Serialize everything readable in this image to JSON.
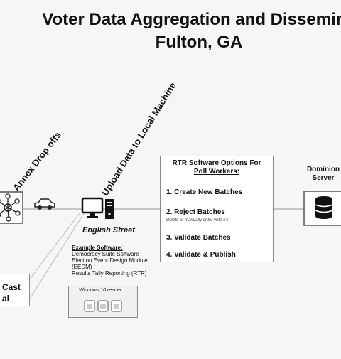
{
  "title": "Voter Data Aggregation and Dissemina",
  "subtitle": "Fulton, GA",
  "labels": {
    "annex": "Annex Drop offs",
    "upload": "Upload Data to Local Machine",
    "street": "English Street"
  },
  "example": {
    "heading": "Example Software:",
    "lines": [
      "Democracy Suite Software",
      "Election Event Design Module",
      "(EEDM)",
      "Results Tally Reporting (RTR)"
    ]
  },
  "reader": {
    "label": "Windows 10 reader"
  },
  "rtr": {
    "title_line1": "RTR Software Options For",
    "title_line2": "Poll Workers:",
    "items": [
      "1.  Create New Batches",
      "2.  Reject Batches",
      "3.  Validate Batches",
      "4.  Validate & Publish"
    ],
    "note": "Delete or manually enter vote #'s"
  },
  "cast": {
    "text": "Cast\nal"
  },
  "dominion": {
    "line1": "Dominion",
    "line2": "Server"
  },
  "icons": [
    "network-hub-icon",
    "car-icon",
    "computer-icon",
    "database-icon",
    "card-reader-icon"
  ]
}
